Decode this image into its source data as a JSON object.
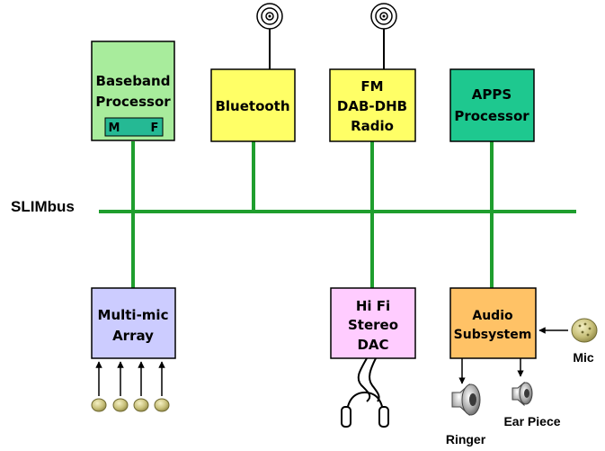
{
  "bus": {
    "label": "SLIMbus",
    "color": "#1f9e2e"
  },
  "blocks": {
    "baseband": {
      "line1": "Baseband",
      "line2": "Processor",
      "inner_m": "M",
      "inner_f": "F",
      "fill": "#a8ec9c",
      "inner_fill": "#25b994"
    },
    "bluetooth": {
      "line1": "Bluetooth",
      "fill": "#ffff66"
    },
    "fm": {
      "line1": "FM",
      "line2": "DAB-DHB",
      "line3": "Radio",
      "fill": "#ffff66"
    },
    "apps": {
      "line1": "APPS",
      "line2": "Processor",
      "fill": "#1ec88f"
    },
    "multimic": {
      "line1": "Multi-mic",
      "line2": "Array",
      "fill": "#ccccff"
    },
    "hifi": {
      "line1": "Hi Fi",
      "line2": "Stereo",
      "line3": "DAC",
      "fill": "#ffccff"
    },
    "audio": {
      "line1": "Audio",
      "line2": "Subsystem",
      "fill": "#ffc266"
    }
  },
  "peripherals": {
    "mic": "Mic",
    "ringer": "Ringer",
    "earpiece": "Ear Piece"
  }
}
